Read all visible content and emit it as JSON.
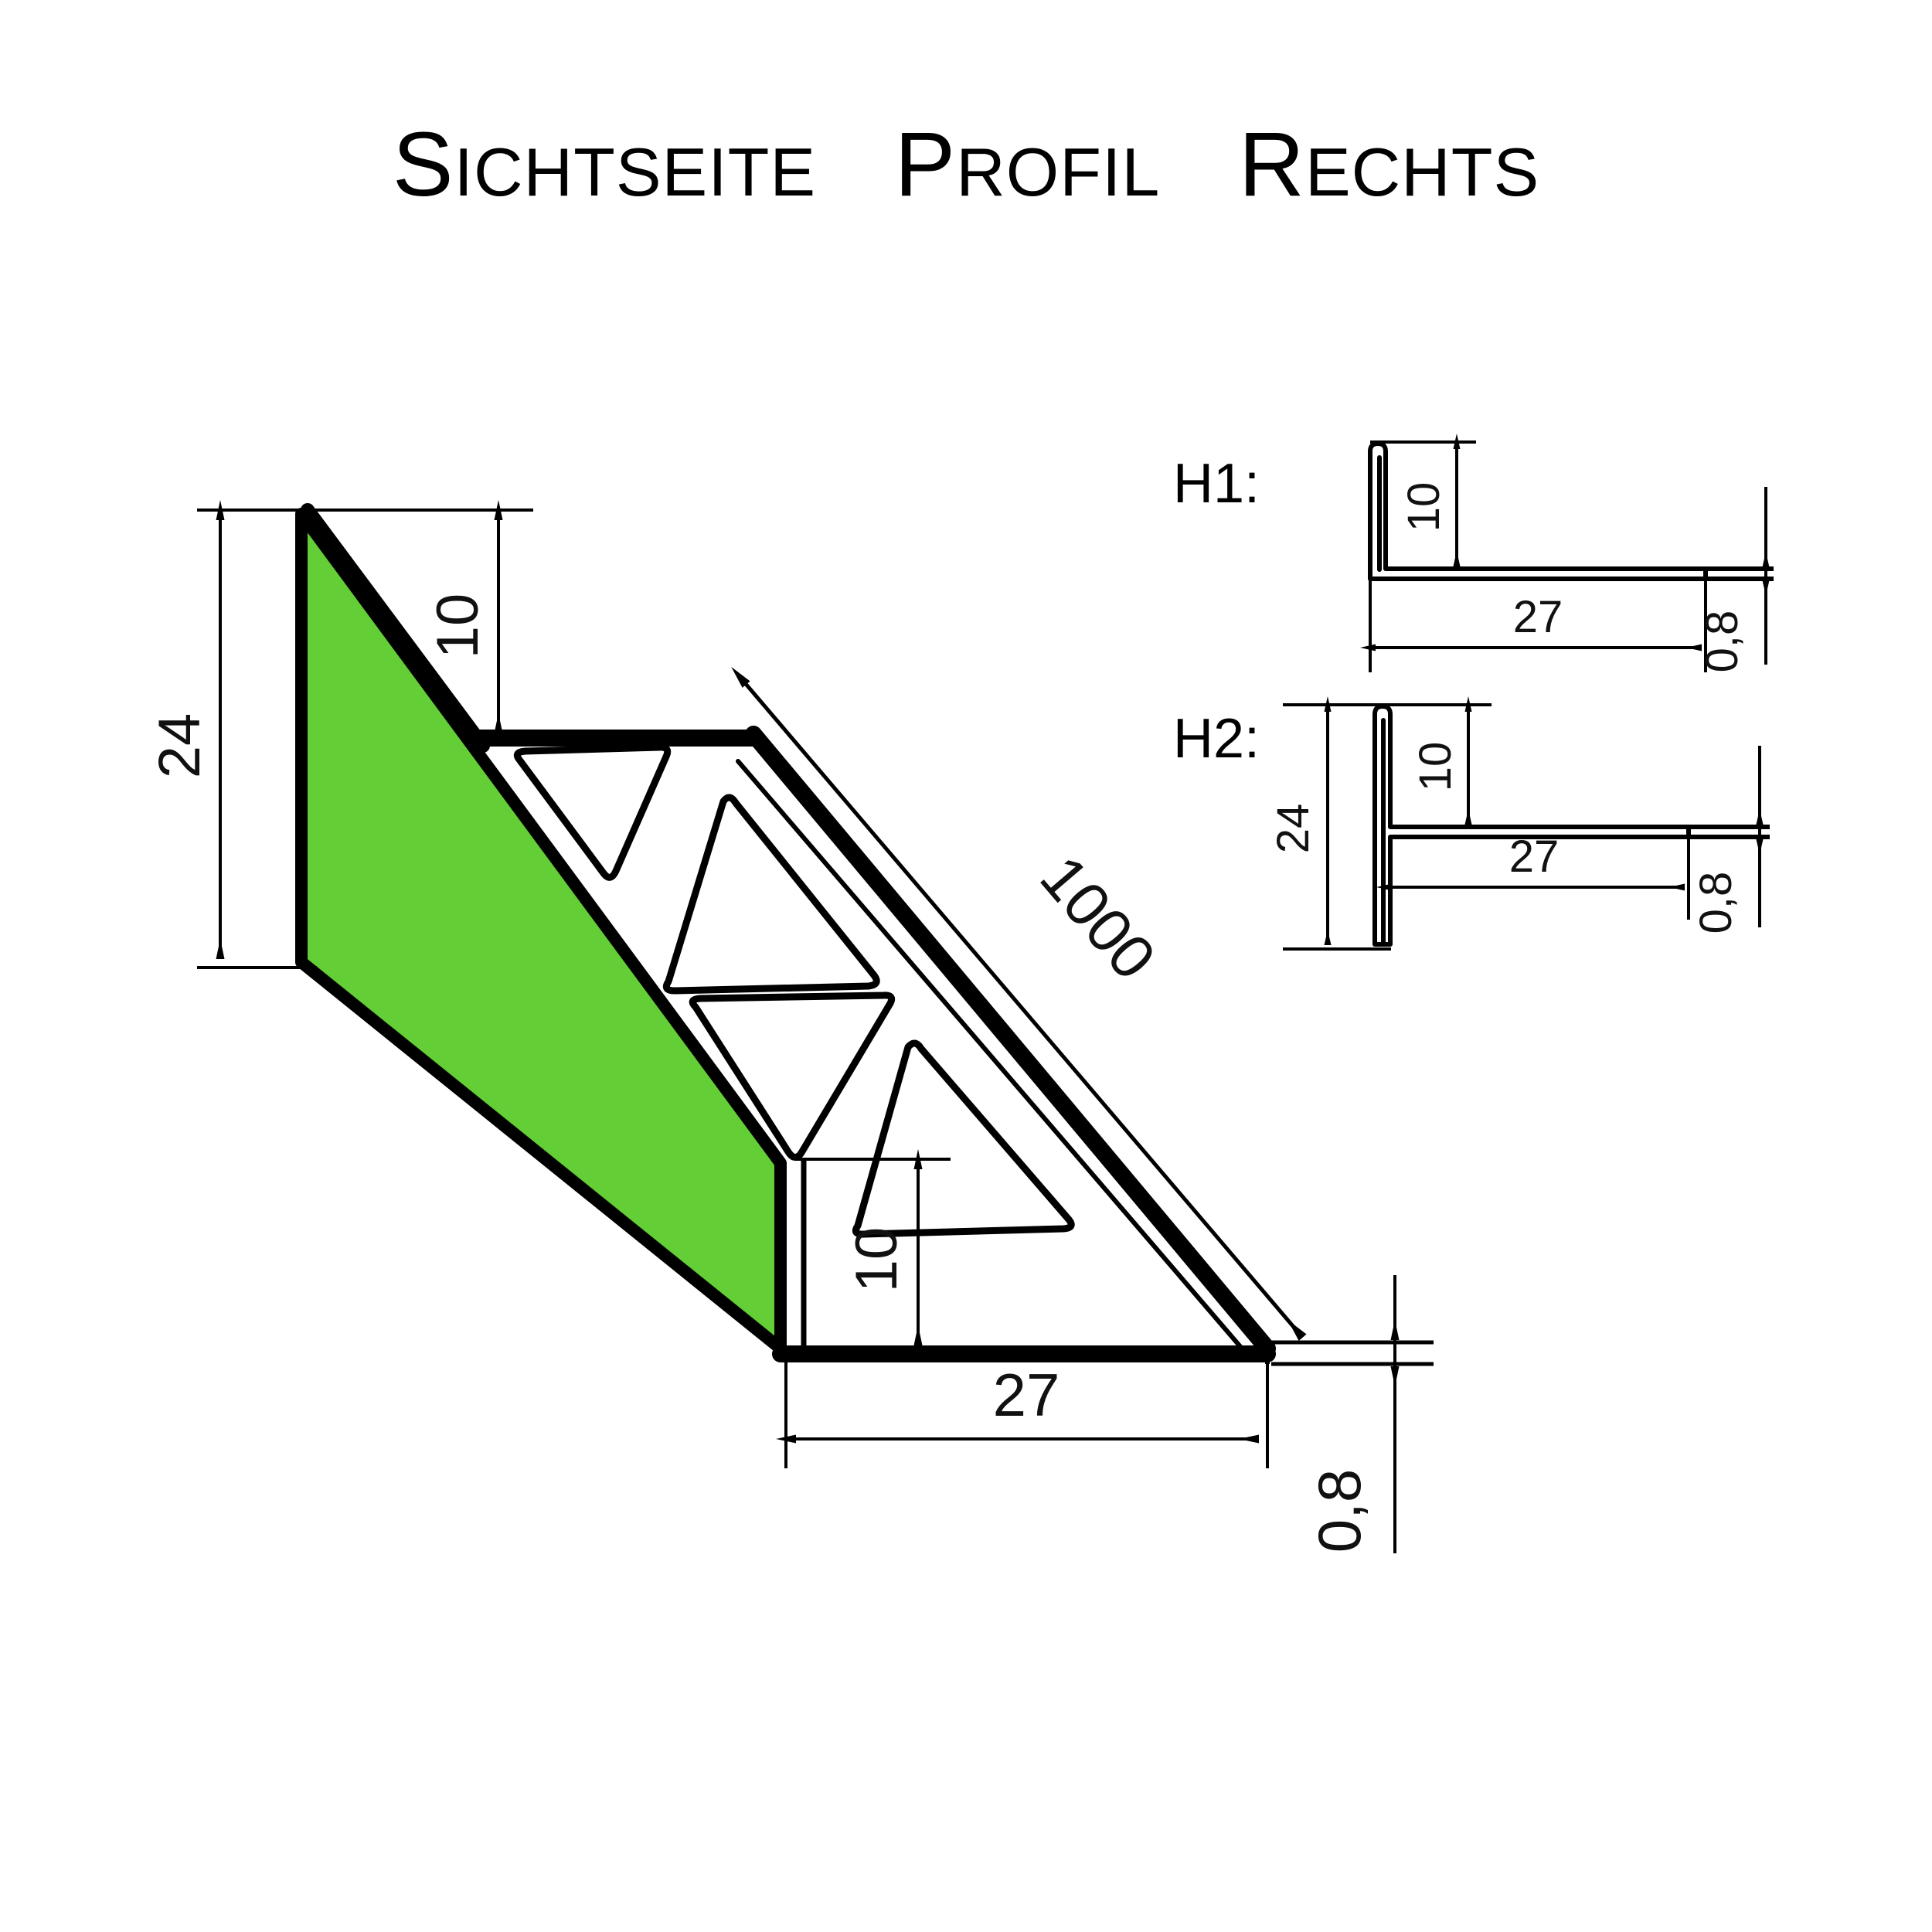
{
  "document": {
    "title_words": [
      {
        "initial": "S",
        "rest": "ICHTSEITE"
      },
      {
        "initial": "P",
        "rest": "ROFIL"
      },
      {
        "initial": "R",
        "rest": "ECHTS"
      }
    ],
    "title_plain": "SICHTSEITE PROFIL RECHTS",
    "background_color": "#ffffff",
    "line_color": "#000000",
    "visible_face_color": "#63ce35"
  },
  "main_view": {
    "name": "perspective-view",
    "dimensions": {
      "height_24": "24",
      "upstand_10_top": "10",
      "upstand_10_bottom": "10",
      "length_1000": "1000",
      "base_27": "27",
      "thickness_08": "0,8"
    }
  },
  "detail_h1": {
    "label": "H1:",
    "dimensions": {
      "leg_10": "10",
      "base_27": "27",
      "thickness_08": "0,8"
    }
  },
  "detail_h2": {
    "label": "H2:",
    "dimensions": {
      "total_24": "24",
      "leg_10": "10",
      "base_27": "27",
      "thickness_08": "0,8"
    }
  }
}
